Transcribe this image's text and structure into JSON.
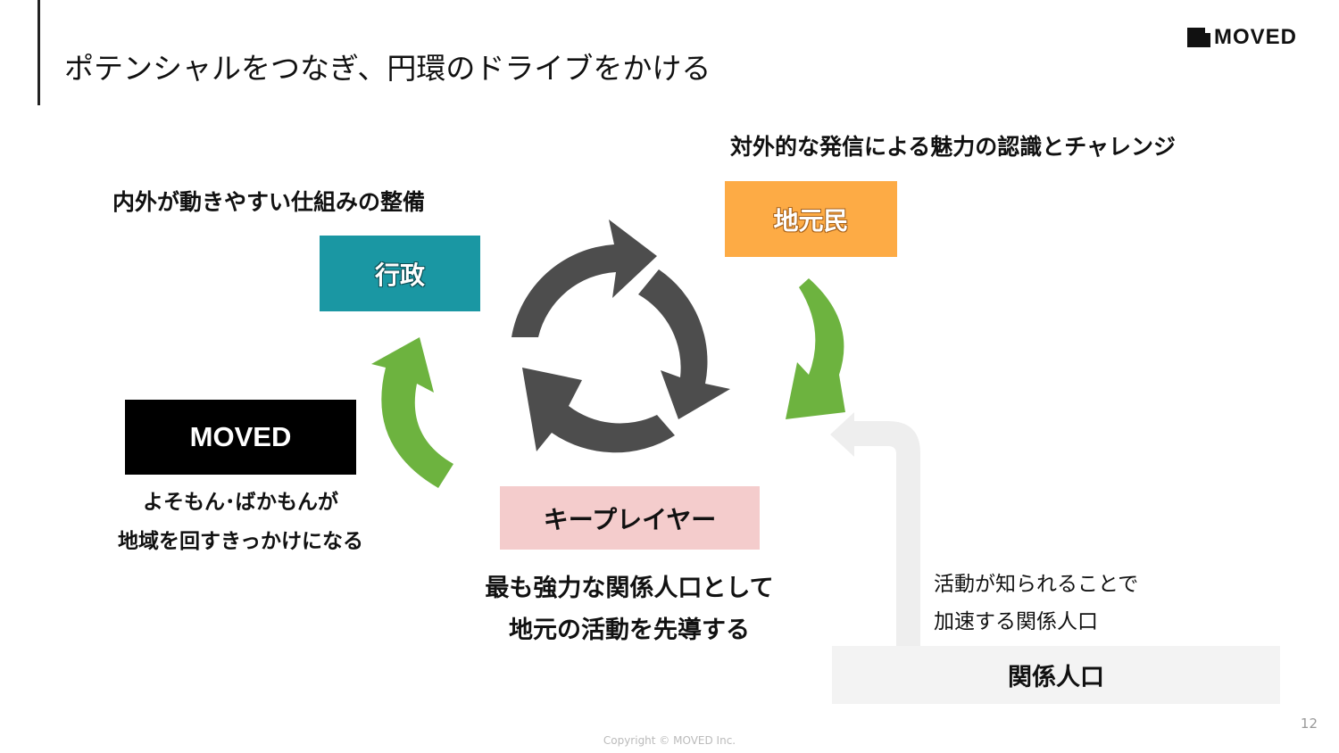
{
  "slide": {
    "title": "ポテンシャルをつなぎ、円環のドライブをかける",
    "logo_text": "MOVED",
    "page_number": "12",
    "copyright": "Copyright © MOVED Inc."
  },
  "colors": {
    "gyosei": "#1a97a3",
    "jimoto": "#fdab45",
    "moved": "#000000",
    "key_player": "#f4cccc",
    "kankei": "#f3f3f3",
    "cycle_arrows": "#4d4d4d",
    "green_arrows": "#6db33f",
    "gray_arrow": "#eeeeee"
  },
  "nodes": {
    "gyosei": {
      "label": "行政",
      "heading": "内外が動きやすい仕組みの整備"
    },
    "jimoto": {
      "label": "地元民",
      "heading": "対外的な発信による魅力の認識とチャレンジ"
    },
    "moved": {
      "label": "MOVED",
      "caption_line1": "よそもん･ばかもんが",
      "caption_line2": "地域を回すきっかけになる"
    },
    "key_player": {
      "label": "キープレイヤー",
      "caption_line1": "最も強力な関係人口として",
      "caption_line2": "地元の活動を先導する"
    },
    "kankei": {
      "label": "関係人口",
      "caption_line1": "活動が知られることで",
      "caption_line2": "加速する関係人口"
    }
  },
  "icons": {
    "cycle": "cycle-arrows-icon",
    "green_arrow_right": "curved-arrow-icon",
    "green_arrow_left": "curved-arrow-icon",
    "gray_arrow": "elbow-arrow-icon"
  }
}
